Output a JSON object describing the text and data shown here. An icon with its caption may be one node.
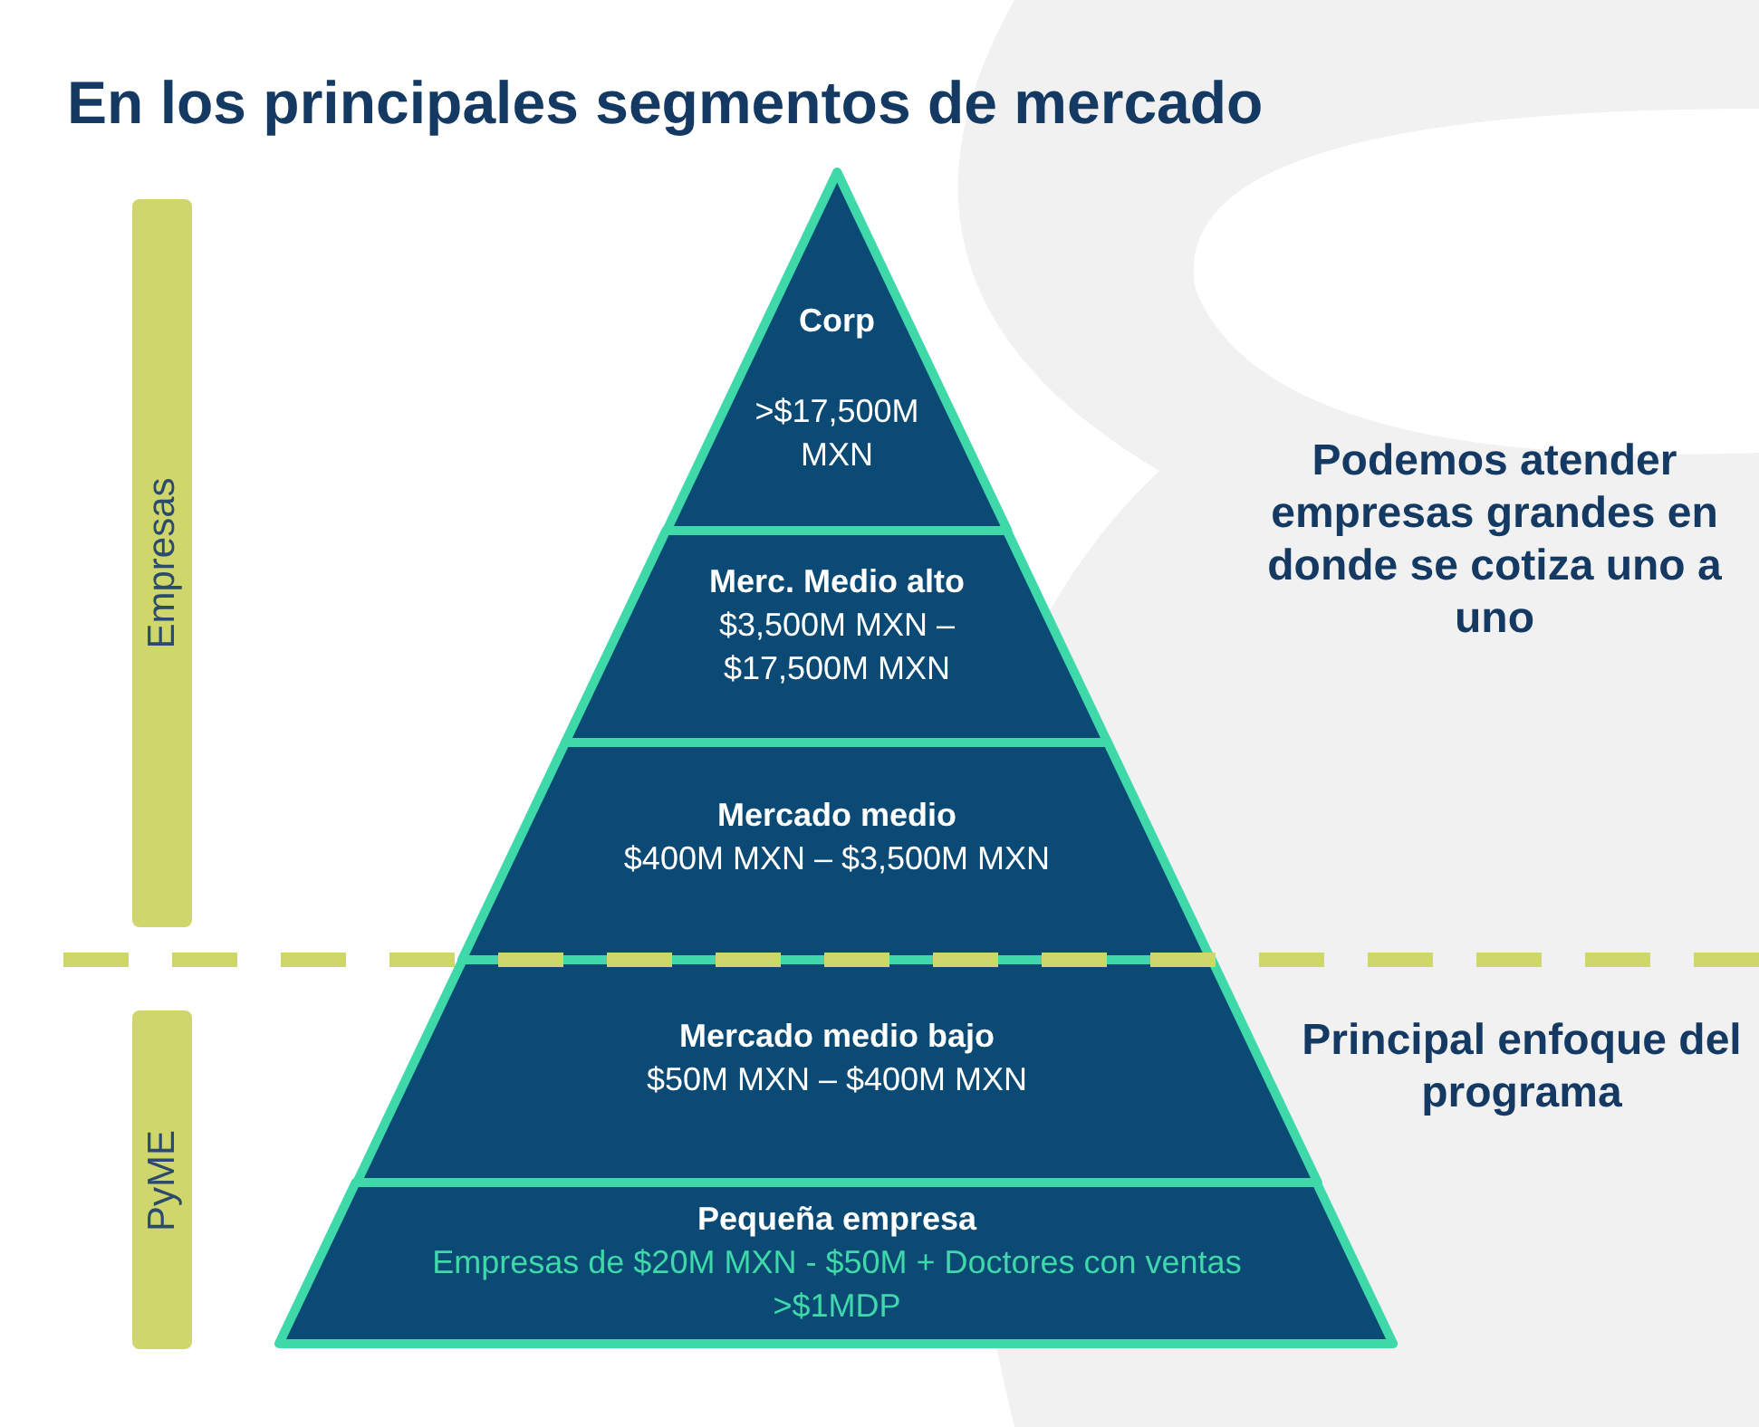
{
  "diagram": {
    "title": "En los principales segmentos de mercado",
    "nodes": [
      {
        "text": [
          "Empresas"
        ]
      },
      {
        "text": [
          "PyME"
        ]
      },
      {
        "text": [
          "Corp",
          ">$17,500M MXN"
        ]
      },
      {
        "text": [
          "Merc. Medio alto",
          "$3,500M MXN – $17,500M MXN"
        ]
      },
      {
        "text": [
          "Mercado medio",
          "$400M MXN – $3,500M MXN"
        ]
      },
      {
        "text": [
          "Mercado medio bajo",
          "$50M MXN – $400M MXN"
        ]
      },
      {
        "text": [
          "Pequeña empresa",
          "Empresas de $20M MXN - $50M + Doctores con ventas >$1MDP"
        ]
      }
    ],
    "labels": [
      "Podemos atender empresas grandes en donde se cotiza uno a uno",
      "Principal enfoque del programa"
    ]
  }
}
